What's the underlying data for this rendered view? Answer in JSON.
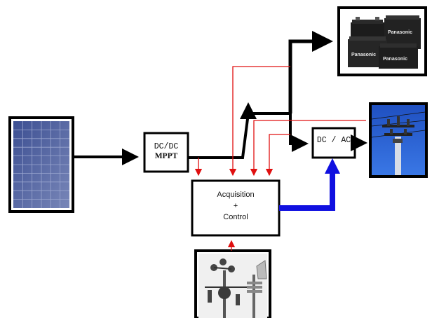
{
  "blocks": {
    "dcdc": {
      "line1": "DC/DC",
      "line2": "MPPT"
    },
    "dcac": {
      "label": "DC / AC"
    },
    "acq": {
      "line1": "Acquisition",
      "line2": "+",
      "line3": "Control"
    }
  },
  "images": {
    "solar_panel": "solar-panel",
    "batteries": "battery-bank",
    "grid": "power-grid-pole",
    "weather_station": "weather-station"
  },
  "battery_brand": "Panasonic",
  "colors": {
    "power_line": "#000000",
    "measurement_line": "#e01010",
    "control_line": "#1010e0",
    "frame": "#000000"
  }
}
